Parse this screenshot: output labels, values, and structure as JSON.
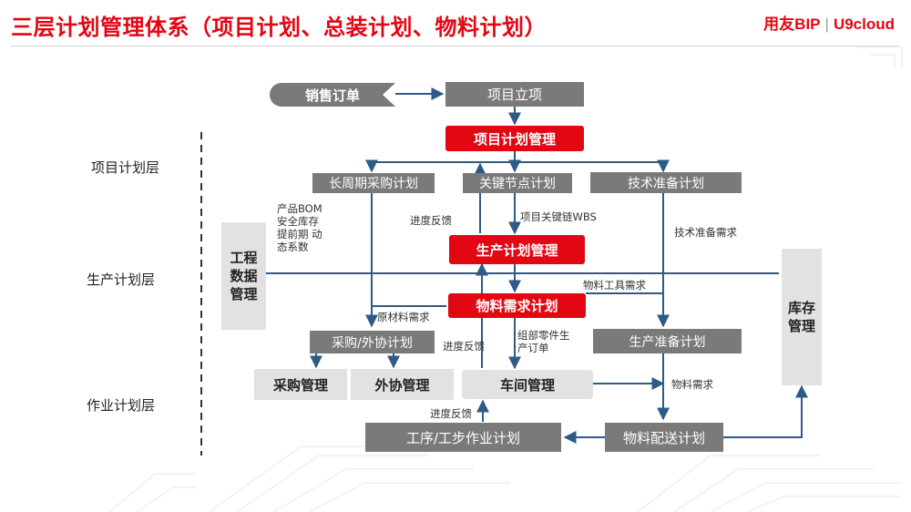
{
  "title": "三层计划管理体系（项目计划、总装计划、物料计划）",
  "brand": {
    "name": "用友BIP",
    "sub": "U9cloud"
  },
  "layers": {
    "project": "项目计划层",
    "production": "生产计划层",
    "operation": "作业计划层"
  },
  "boxes": {
    "sales_order": "销售订单",
    "project_setup": "项目立项",
    "project_plan_mgmt": "项目计划管理",
    "long_cycle_purchase": "长周期采购计划",
    "key_node_plan": "关键节点计划",
    "tech_prep_plan": "技术准备计划",
    "engineering_data": "工程数据管理",
    "production_plan_mgmt": "生产计划管理",
    "mrp": "物料需求计划",
    "inventory_mgmt": "库存管理",
    "purchase_outsource_plan": "采购/外协计划",
    "production_prep_plan": "生产准备计划",
    "purchase_mgmt": "采购管理",
    "outsource_mgmt": "外协管理",
    "workshop_mgmt": "车间管理",
    "process_op_plan": "工序/工步作业计划",
    "material_delivery_plan": "物料配送计划"
  },
  "notes": {
    "bom_params": "产品BOM 安全库存 提前期 动态系数",
    "progress_feedback_1": "进度反馈",
    "project_key_wbs": "项目关键链WBS",
    "tech_prep_demand": "技术准备需求",
    "material_tool_demand": "物料工具需求",
    "raw_material_demand": "原材料需求",
    "progress_feedback_2": "进度反馈",
    "component_orders": "组部零件生产订单",
    "material_demand": "物料需求",
    "progress_feedback_3": "进度反馈"
  },
  "colors": {
    "accent_red": "#e30613",
    "dark_gray": "#7a7a7a",
    "light_gray": "#e2e2e2",
    "connector_blue": "#2e5a87"
  }
}
